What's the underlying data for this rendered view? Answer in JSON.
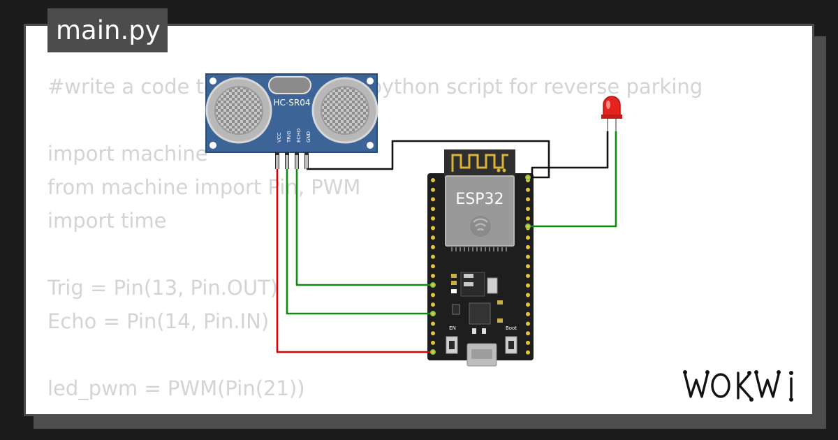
{
  "file_tab": {
    "label": "main.py"
  },
  "code_lines": [
    "#write a code to create a micropython script for reverse parking",
    "",
    "import machine",
    "from machine import Pin, PWM",
    "import time",
    "",
    "Trig = Pin(13, Pin.OUT)",
    "Echo = Pin(14, Pin.IN)",
    "",
    "led_pwm = PWM(Pin(21))"
  ],
  "sensor": {
    "model": "HC-SR04",
    "pins": [
      "VCC",
      "TRIG",
      "ECHO",
      "GND"
    ]
  },
  "board": {
    "label": "ESP32",
    "en_label": "EN",
    "boot_label": "Boot"
  },
  "brand": {
    "name": "WOKWI"
  },
  "colors": {
    "wire_red": "#dd0000",
    "wire_green": "#108a10",
    "wire_black": "#111111",
    "sensor_blue": "#3c6496",
    "led_red": "#e4231f",
    "board_black": "#1e1e1e",
    "pin_gold": "#e3c63c"
  }
}
